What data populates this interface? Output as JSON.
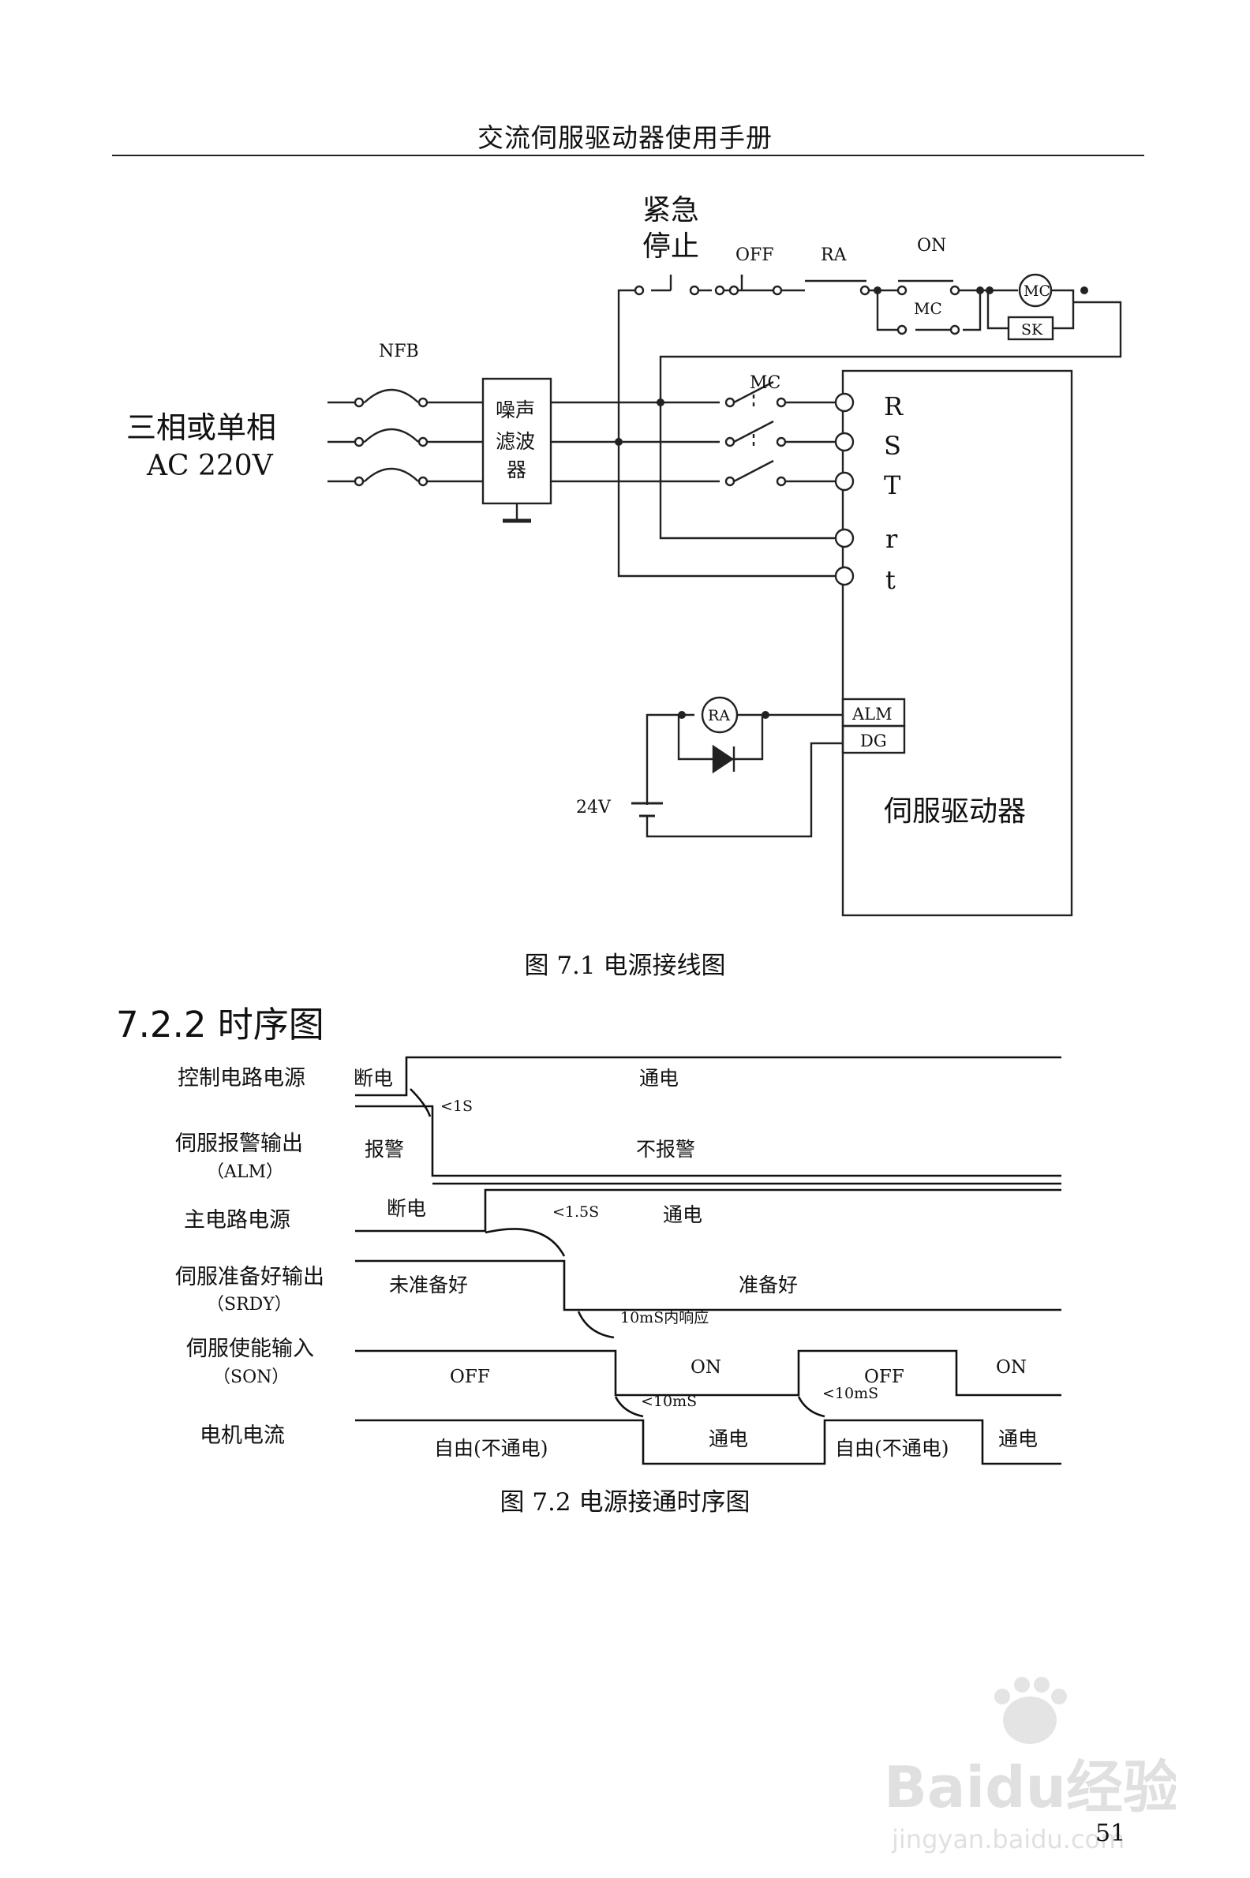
{
  "header": {
    "title": "交流伺服驱动器使用手册"
  },
  "figure1": {
    "caption": "图 7.1  电源接线图",
    "input_label_line1": "三相或单相",
    "input_label_line2": "AC 220V",
    "nfb": "NFB",
    "filter": [
      "噪声",
      "滤波",
      "器"
    ],
    "estop": [
      "紧急",
      "停止"
    ],
    "off": "OFF",
    "ra": "RA",
    "on": "ON",
    "mc": "MC",
    "sk": "SK",
    "terminals": [
      "R",
      "S",
      "T",
      "r",
      "t"
    ],
    "alm": "ALM",
    "dg": "DG",
    "v24": "24V",
    "driver": "伺服驱动器"
  },
  "section": {
    "heading": "7.2.2  时序图"
  },
  "figure2": {
    "caption": "图 7.2  电源接通时序图",
    "rows": [
      {
        "label": "控制电路电源",
        "sub": ""
      },
      {
        "label": "伺服报警输出",
        "sub": "（ALM）"
      },
      {
        "label": "主电路电源",
        "sub": ""
      },
      {
        "label": "伺服准备好输出",
        "sub": "（SRDY）"
      },
      {
        "label": "伺服使能输入",
        "sub": "（SON）"
      },
      {
        "label": "电机电流",
        "sub": ""
      }
    ],
    "states": {
      "ctrl_off": "断电",
      "ctrl_on": "通电",
      "alm_on": "报警",
      "alm_off": "不报警",
      "main_off": "断电",
      "main_on": "通电",
      "srdy_not": "未准备好",
      "srdy_ok": "准备好",
      "son_off1": "OFF",
      "son_on1": "ON",
      "son_off2": "OFF",
      "son_on2": "ON",
      "cur_free1": "自由(不通电)",
      "cur_on1": "通电",
      "cur_free2": "自由(不通电)",
      "cur_on2": "通电"
    },
    "delays": {
      "d1": "<1S",
      "d2": "<1.5S",
      "d3": "10mS内响应",
      "d4": "<10mS",
      "d5": "<10mS"
    }
  },
  "page_number": "51",
  "watermark": {
    "brand": "Baidu经验",
    "url": "jingyan.baidu.com"
  }
}
